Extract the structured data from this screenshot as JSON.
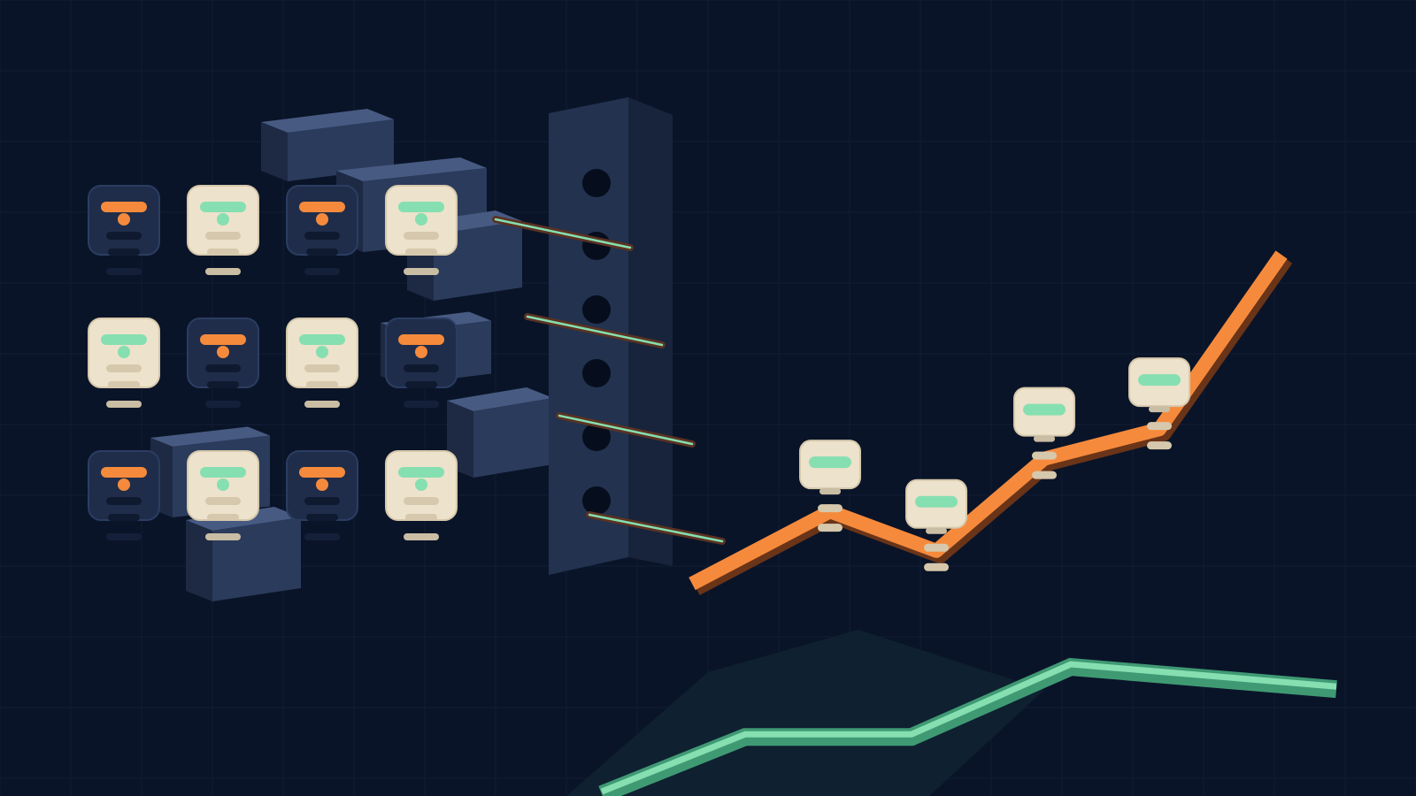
{
  "colors": {
    "background": "#0a1428",
    "grid": "#111d33",
    "accent_orange": "#f68a3c",
    "accent_mint": "#86dfb0",
    "card_light": "#ede2cc",
    "card_dark": "#1f2d4a",
    "block_top": "#475a82",
    "block_front": "#2b3b5c",
    "block_side": "#1e2a44",
    "column_front": "#22324f",
    "column_side": "#18243b",
    "cable_brown": "#5b3222"
  },
  "icons": {
    "card_light": "lightbulb-card-icon",
    "card_dark": "robot-card-icon",
    "marker": "node-marker-icon"
  },
  "card_grid": [
    [
      "dark",
      "light",
      "dark",
      "light"
    ],
    [
      "light",
      "dark",
      "light",
      "dark"
    ],
    [
      "dark",
      "light",
      "dark",
      "light"
    ]
  ],
  "line_series": {
    "name": "",
    "points": [
      0,
      22,
      10,
      38,
      47,
      100
    ],
    "markers": [
      1,
      2,
      3,
      4
    ]
  },
  "secondary_series": {
    "name": "",
    "points": [
      0,
      36,
      36,
      80,
      66
    ]
  }
}
